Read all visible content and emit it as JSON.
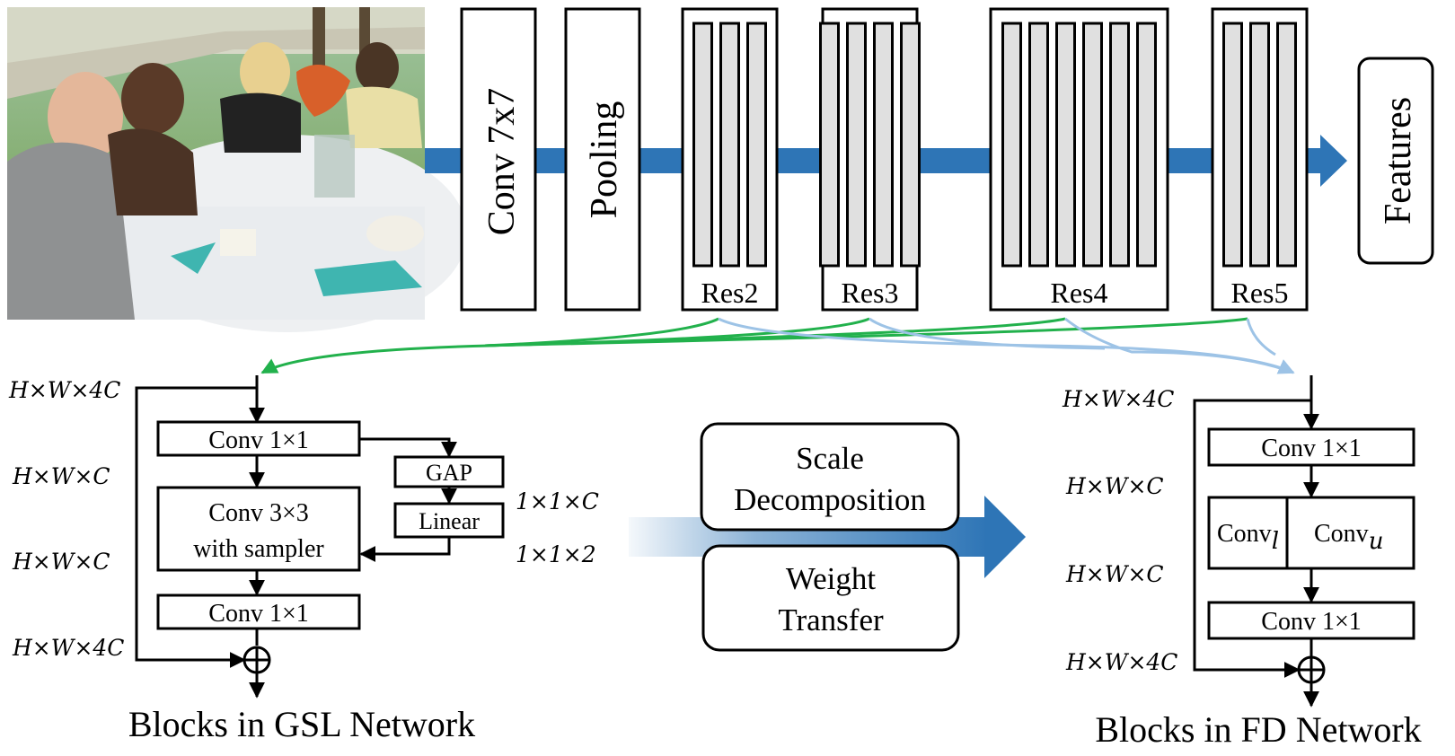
{
  "backbone": {
    "conv_label": "Conv 7x7",
    "pool_label": "Pooling",
    "stages": [
      {
        "label": "Res2",
        "bars": 3
      },
      {
        "label": "Res3",
        "bars": 4
      },
      {
        "label": "Res4",
        "bars": 6
      },
      {
        "label": "Res5",
        "bars": 3
      }
    ],
    "features_label": "Features"
  },
  "gsl": {
    "caption": "Blocks in GSL Network",
    "conv1": "Conv 1×1",
    "conv3_line1": "Conv 3×3",
    "conv3_line2": "with sampler",
    "conv1b": "Conv 1×1",
    "gap": "GAP",
    "linear": "Linear",
    "dims": {
      "in": "H×W×4C",
      "mid1": "H×W×C",
      "mid2": "H×W×C",
      "out": "H×W×4C"
    },
    "side_dims": {
      "gap_out": "1×1×C",
      "linear_out": "1×1×2"
    }
  },
  "middle": {
    "scale_line1": "Scale",
    "scale_line2": "Decomposition",
    "weight_line1": "Weight",
    "weight_line2": "Transfer"
  },
  "fd": {
    "caption": "Blocks in FD Network",
    "conv1": "Conv 1×1",
    "conv_l": "Conv",
    "conv_l_sub": "l",
    "conv_u": "Conv",
    "conv_u_sub": "u",
    "conv1b": "Conv 1×1",
    "dims": {
      "in": "H×W×4C",
      "mid1": "H×W×C",
      "mid2": "H×W×C",
      "out": "H×W×4C"
    }
  },
  "colors": {
    "blue_arrow": "#2e75b6",
    "green": "#22b14c",
    "light_blue": "#9dc3e6",
    "bar_fill": "#e0e0e0"
  }
}
